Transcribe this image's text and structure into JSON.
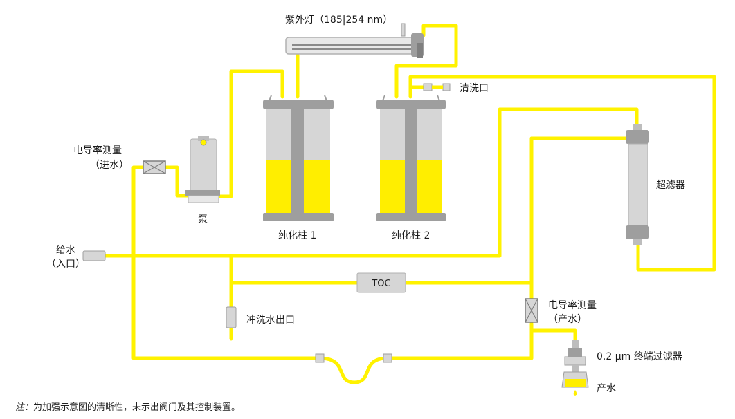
{
  "colors": {
    "pipe": "#fff200",
    "resin": "#ffee00",
    "component_light": "#d6d6d6",
    "component_dark": "#9e9e9e",
    "component_mid": "#bdbdbd",
    "text": "#1a1a1a"
  },
  "labels": {
    "uv_lamp": "紫外灯（185|254 nm）",
    "flush_port": "清洗口",
    "conductivity_in_line1": "电导率测量",
    "conductivity_in_line2": "（进水）",
    "pump": "泵",
    "column1": "纯化柱 1",
    "column2": "纯化柱 2",
    "ultrafilter": "超滤器",
    "feed_line1": "给水",
    "feed_line2": "（入口）",
    "toc": "TOC",
    "rinse_outlet": "冲洗水出口",
    "conductivity_out_line1": "电导率测量",
    "conductivity_out_line2": "（产水）",
    "final_filter": "0.2 µm 终端过滤器",
    "product_water": "产水"
  },
  "footnote": {
    "prefix": "注：",
    "text": "为加强示意图的清晰性，未示出阀门及其控制装置。"
  }
}
